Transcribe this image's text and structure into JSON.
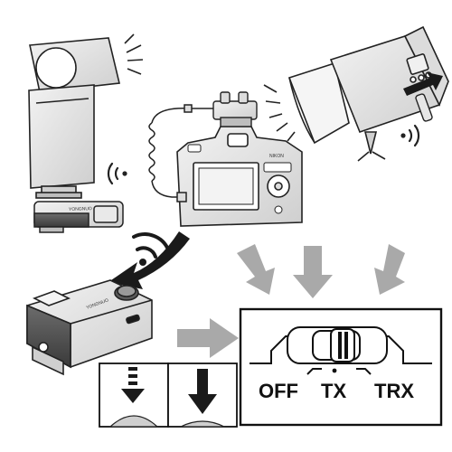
{
  "switch_panel": {
    "positions": [
      "OFF",
      "TX",
      "TRX"
    ]
  },
  "remote_unit": {
    "model_text": "YONGNUO"
  },
  "camera": {
    "brand_text": "NIKON"
  },
  "flash_receiver": {
    "model_text": "YONGNUO"
  },
  "colors": {
    "line": "#222222",
    "body_fill": "#e6e6e6",
    "dark_fill": "#5a5a5a",
    "arrow_gray": "#a9a9a9",
    "arrow_black": "#1a1a1a"
  },
  "icons": [
    "wireless-signal-icon",
    "light-rays-icon",
    "pointer-arrow-icon",
    "half-press-arrow-icon",
    "full-press-arrow-icon"
  ]
}
